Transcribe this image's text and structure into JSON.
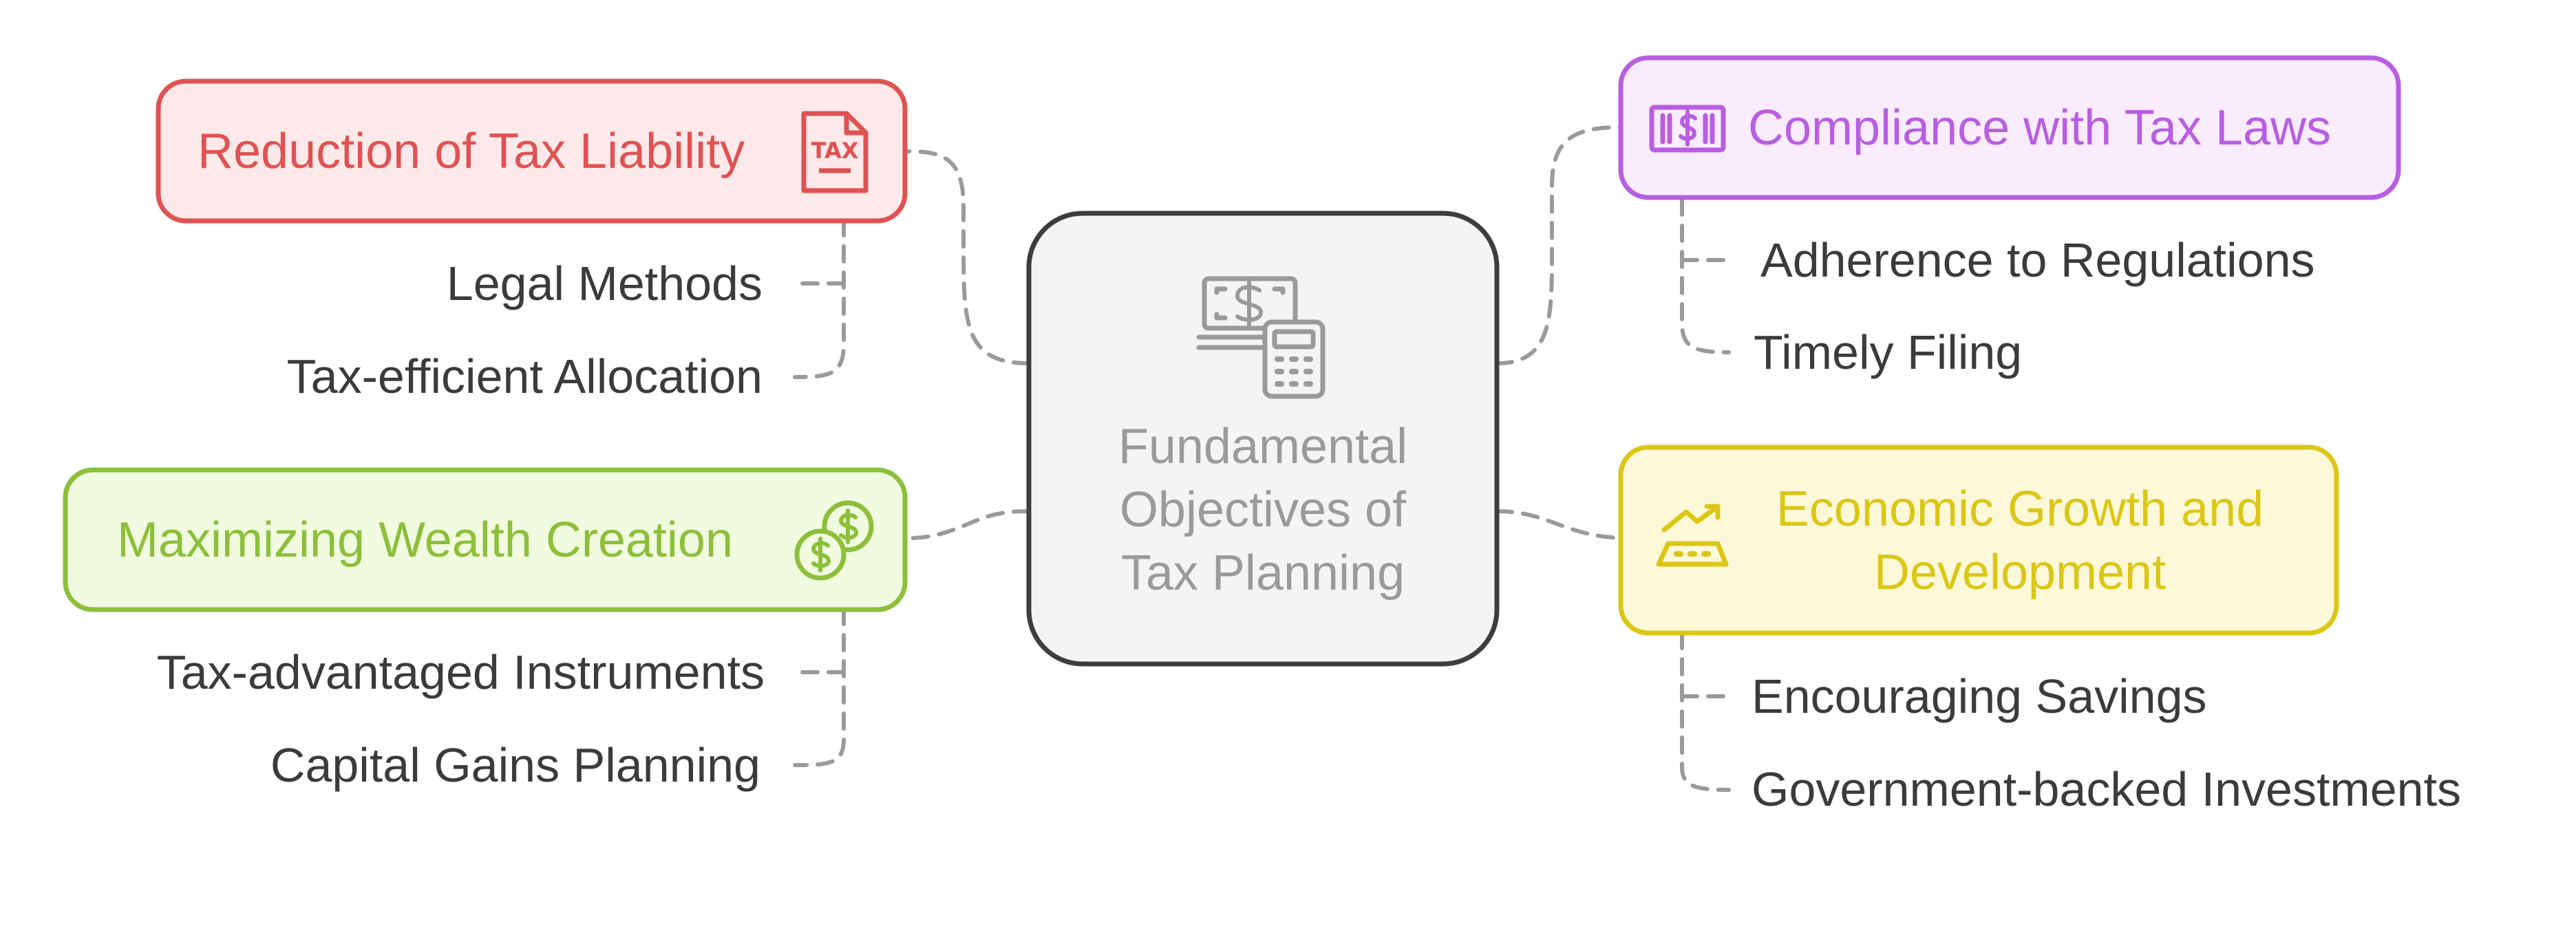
{
  "center": {
    "title_lines": [
      "Fundamental",
      "Objectives of",
      "Tax Planning"
    ],
    "icon": "money-calculator-icon"
  },
  "nodes": {
    "reduction": {
      "title": "Reduction of Tax Liability",
      "icon": "tax-document-icon",
      "color": "#e05252",
      "fill": "#fde9e9",
      "items": [
        "Legal Methods",
        "Tax-efficient Allocation"
      ]
    },
    "wealth": {
      "title": "Maximizing Wealth Creation",
      "icon": "dollar-coins-icon",
      "color": "#8cbf3a",
      "fill": "#f1fbdf",
      "items": [
        "Tax-advantaged Instruments",
        "Capital Gains Planning"
      ]
    },
    "compliance": {
      "title": "Compliance with Tax Laws",
      "icon": "cash-stack-icon",
      "color": "#b95ee0",
      "fill": "#f8ecfd",
      "items": [
        "Adherence to Regulations",
        "Timely Filing"
      ]
    },
    "growth": {
      "title_lines": [
        "Economic Growth and",
        "Development"
      ],
      "icon": "growth-chart-icon",
      "color": "#dcc616",
      "fill": "#fdf9d8",
      "items": [
        "Encouraging Savings",
        "Government-backed Investments"
      ]
    }
  },
  "colors": {
    "center_border": "#3d3d3d",
    "center_fill": "#f4f4f4",
    "center_text": "#9a9a9a",
    "connector": "#9a9a9a",
    "item_text": "#3b3b3b"
  }
}
